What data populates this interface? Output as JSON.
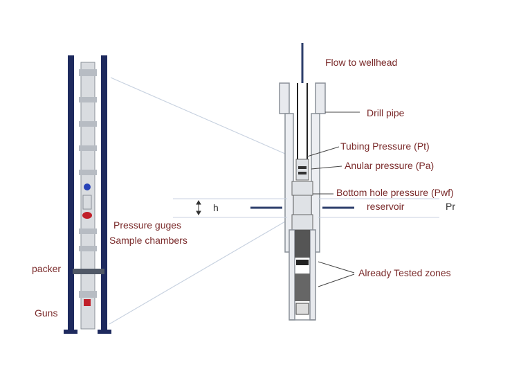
{
  "labels": {
    "flow": "Flow to wellhead",
    "drill_pipe": "Drill pipe",
    "tubing_pressure": "Tubing Pressure (Pt)",
    "anular_pressure": "Anular pressure (Pa)",
    "bottom_hole": "Bottom hole pressure (Pwf)",
    "reservoir": "reservoir",
    "pr": "Pr",
    "h": "h",
    "pressure_guges": "Pressure guges",
    "sample_chambers": "Sample chambers",
    "packer": "packer",
    "guns": "Guns",
    "tested_zones": "Already Tested zones"
  },
  "colors": {
    "casing": "#1e2a5e",
    "tool": "#9aa0a8",
    "label": "#7a2a2a",
    "reservoir_line": "#2c3e6b",
    "guide_line": "#c8d2e0"
  }
}
